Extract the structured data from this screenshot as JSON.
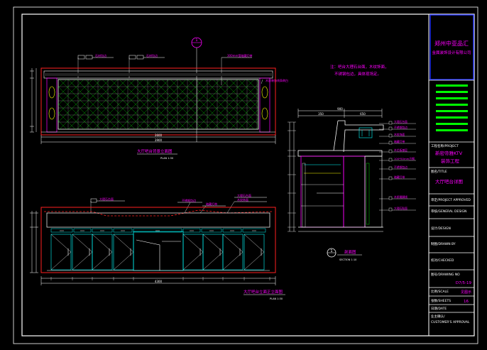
{
  "title_block": {
    "company_line1": "郑州中亚品汇",
    "company_line2": "金属装饰设计有限公司",
    "project_label": "工程名称/PROJECT",
    "project_value_1": "新密帝雅KTV",
    "project_value_2": "装饰工程",
    "title_label": "图名/TITLE",
    "title_value": "大厅吧台详图",
    "approved_label": "审定/PROJECT APPROVED",
    "director_label": "审核/GENERAL DESIGN",
    "design_label": "设计/DESIGN",
    "drawn_label": "制图/DRAWN BY",
    "checked_label": "校对/CHECKED",
    "drawing_no_label": "图号/DRAWING NO",
    "drawing_no_value": "D7/5-19",
    "scale_label": "比例/SCALE",
    "scale_value": "见图示",
    "sheet_label": "张数/SHEETS",
    "sheet_value": "16",
    "date_label": "日期/DATE",
    "approval_label": "业主确认/",
    "approval_label_2": "CUSTOMER'S APPROVAL"
  },
  "note_text": {
    "line1": "注：吧台大理石台面，木纹饰面，",
    "line2": "不锈钢包边，具体现场定。"
  },
  "upper_elevation": {
    "title": "大厅吧台背景立面图",
    "scale": "PLAN 1:30",
    "callouts": [
      "石材包边",
      "石材包边",
      "300mm宽暗藏灯带",
      "木质装饰线条刷白"
    ],
    "dim_total": "3900",
    "dim_inner": "3600",
    "marker": "1"
  },
  "lower_elevation": {
    "title": "大厅吧台立面正立面图",
    "scale": "PLAN 1:30",
    "callouts": [
      "大理石台面",
      "不锈钢包边",
      "暗藏灯带",
      "大理石台面",
      "木纹饰面"
    ],
    "dim_total": "4300"
  },
  "section": {
    "title": "剖面图",
    "scale": "SECTION 1:10",
    "marker": "1",
    "callouts": [
      "大理石台面",
      "不锈钢包边",
      "木纹饰面",
      "暗藏灯带",
      "木芯板基层",
      "100*50mm方钢",
      "不锈钢包边",
      "暗藏灯带",
      "木质踢脚线",
      "大理石贴面"
    ],
    "dims": [
      "900",
      "350",
      "650"
    ]
  },
  "colors": {
    "frame": "#ffffff",
    "cyan": "#00ffff",
    "magenta": "#ff00ff",
    "red": "#ff2020",
    "yellow": "#ffff00",
    "green": "#00ff00",
    "blue": "#2020ff",
    "white": "#ffffff"
  }
}
